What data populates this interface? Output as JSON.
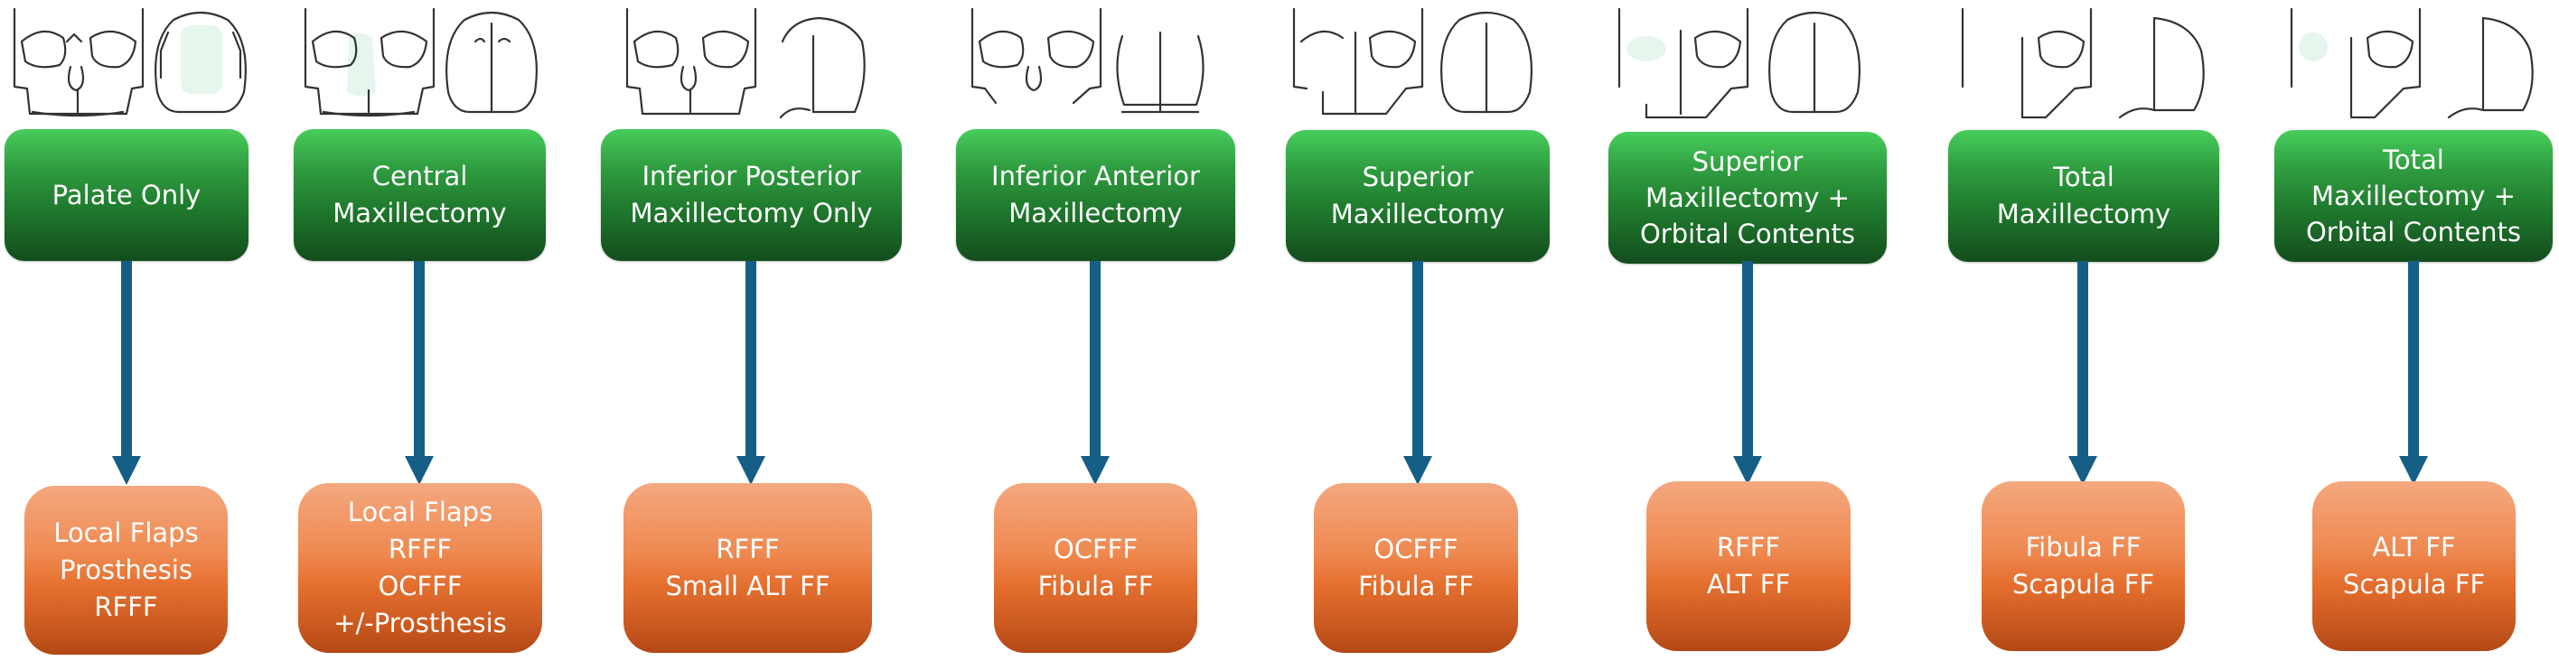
{
  "diagram": {
    "type": "flowchart",
    "colors": {
      "defect_box_top": "#47cd5b",
      "defect_box_bottom": "#134d1d",
      "recon_box_top": "#f4a87f",
      "recon_box_bottom": "#b24816",
      "arrow": "#155e85",
      "highlight": "#e6f6ec"
    },
    "columns": [
      {
        "defect": "Palate Only",
        "reconstruction": "Local Flaps\nProsthesis\nRFFF",
        "illustration": "skull-and-palate, palate highlighted"
      },
      {
        "defect": "Central\nMaxillectomy",
        "reconstruction": "Local Flaps\nRFFF\nOCFFF\n+/-Prosthesis",
        "illustration": "skull-and-palate, central nasal region highlighted"
      },
      {
        "defect": "Inferior Posterior\nMaxillectomy Only",
        "reconstruction": "RFFF\nSmall ALT FF",
        "illustration": "skull-and-palate, posterior hemipalate removed"
      },
      {
        "defect": "Inferior Anterior\nMaxillectomy",
        "reconstruction": "OCFFF\nFibula FF",
        "illustration": "skull-and-palate, anterior arch removed"
      },
      {
        "defect": "Superior\nMaxillectomy",
        "reconstruction": "OCFFF\nFibula FF",
        "illustration": "skull-and-palate, superior maxilla removed"
      },
      {
        "defect": "Superior\nMaxillectomy +\nOrbital Contents",
        "reconstruction": "RFFF\nALT FF",
        "illustration": "skull-and-palate, orbit highlighted"
      },
      {
        "defect": "Total\nMaxillectomy",
        "reconstruction": "Fibula FF\nScapula FF",
        "illustration": "skull-and-hemipalate, total maxilla removed"
      },
      {
        "defect": "Total\nMaxillectomy +\nOrbital Contents",
        "reconstruction": "ALT FF\nScapula FF",
        "illustration": "skull-and-hemipalate, orbit highlighted"
      }
    ]
  }
}
